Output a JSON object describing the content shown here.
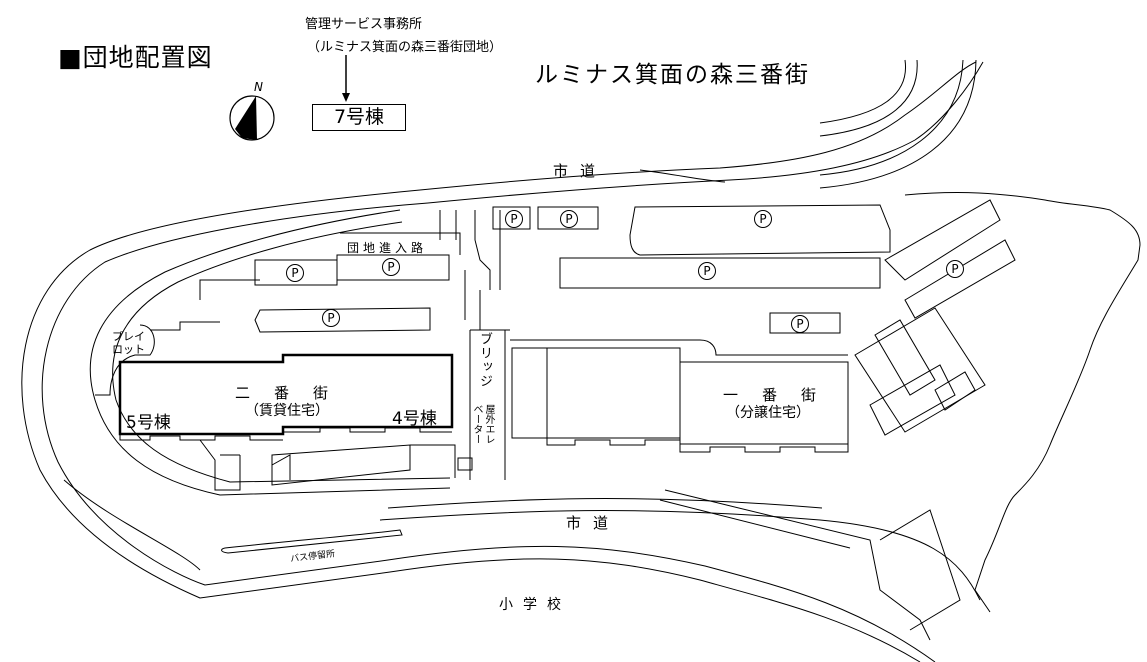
{
  "header": {
    "title": "■団地配置図",
    "complex_name": "ルミナス箕面の森三番街",
    "office_label_line1": "管理サービス事務所",
    "office_label_line2": "（ルミナス箕面の森三番街団地）",
    "office_building": "7号棟"
  },
  "compass": {
    "icon": "north-arrow-icon",
    "label": "N"
  },
  "roads": {
    "north_road": "市道",
    "south_road": "市道",
    "entrance_road": "団地進入路",
    "bus_stop": "バス停留所"
  },
  "facilities": {
    "playlot": [
      "プレイ",
      "ロット"
    ],
    "bridge": "ブリッジ",
    "outdoor_elevator": [
      "屋外エレ",
      "ベーター"
    ],
    "school": "小学校"
  },
  "areas": {
    "nibangai": {
      "name": "二番街",
      "type": "（賃貸住宅）",
      "buildings": [
        "5号棟",
        "4号棟"
      ]
    },
    "ichibangai": {
      "name": "一番街",
      "type": "（分譲住宅）"
    }
  },
  "parking": {
    "symbol": "P",
    "count": 9
  },
  "colors": {
    "line": "#000000",
    "background": "#ffffff"
  }
}
